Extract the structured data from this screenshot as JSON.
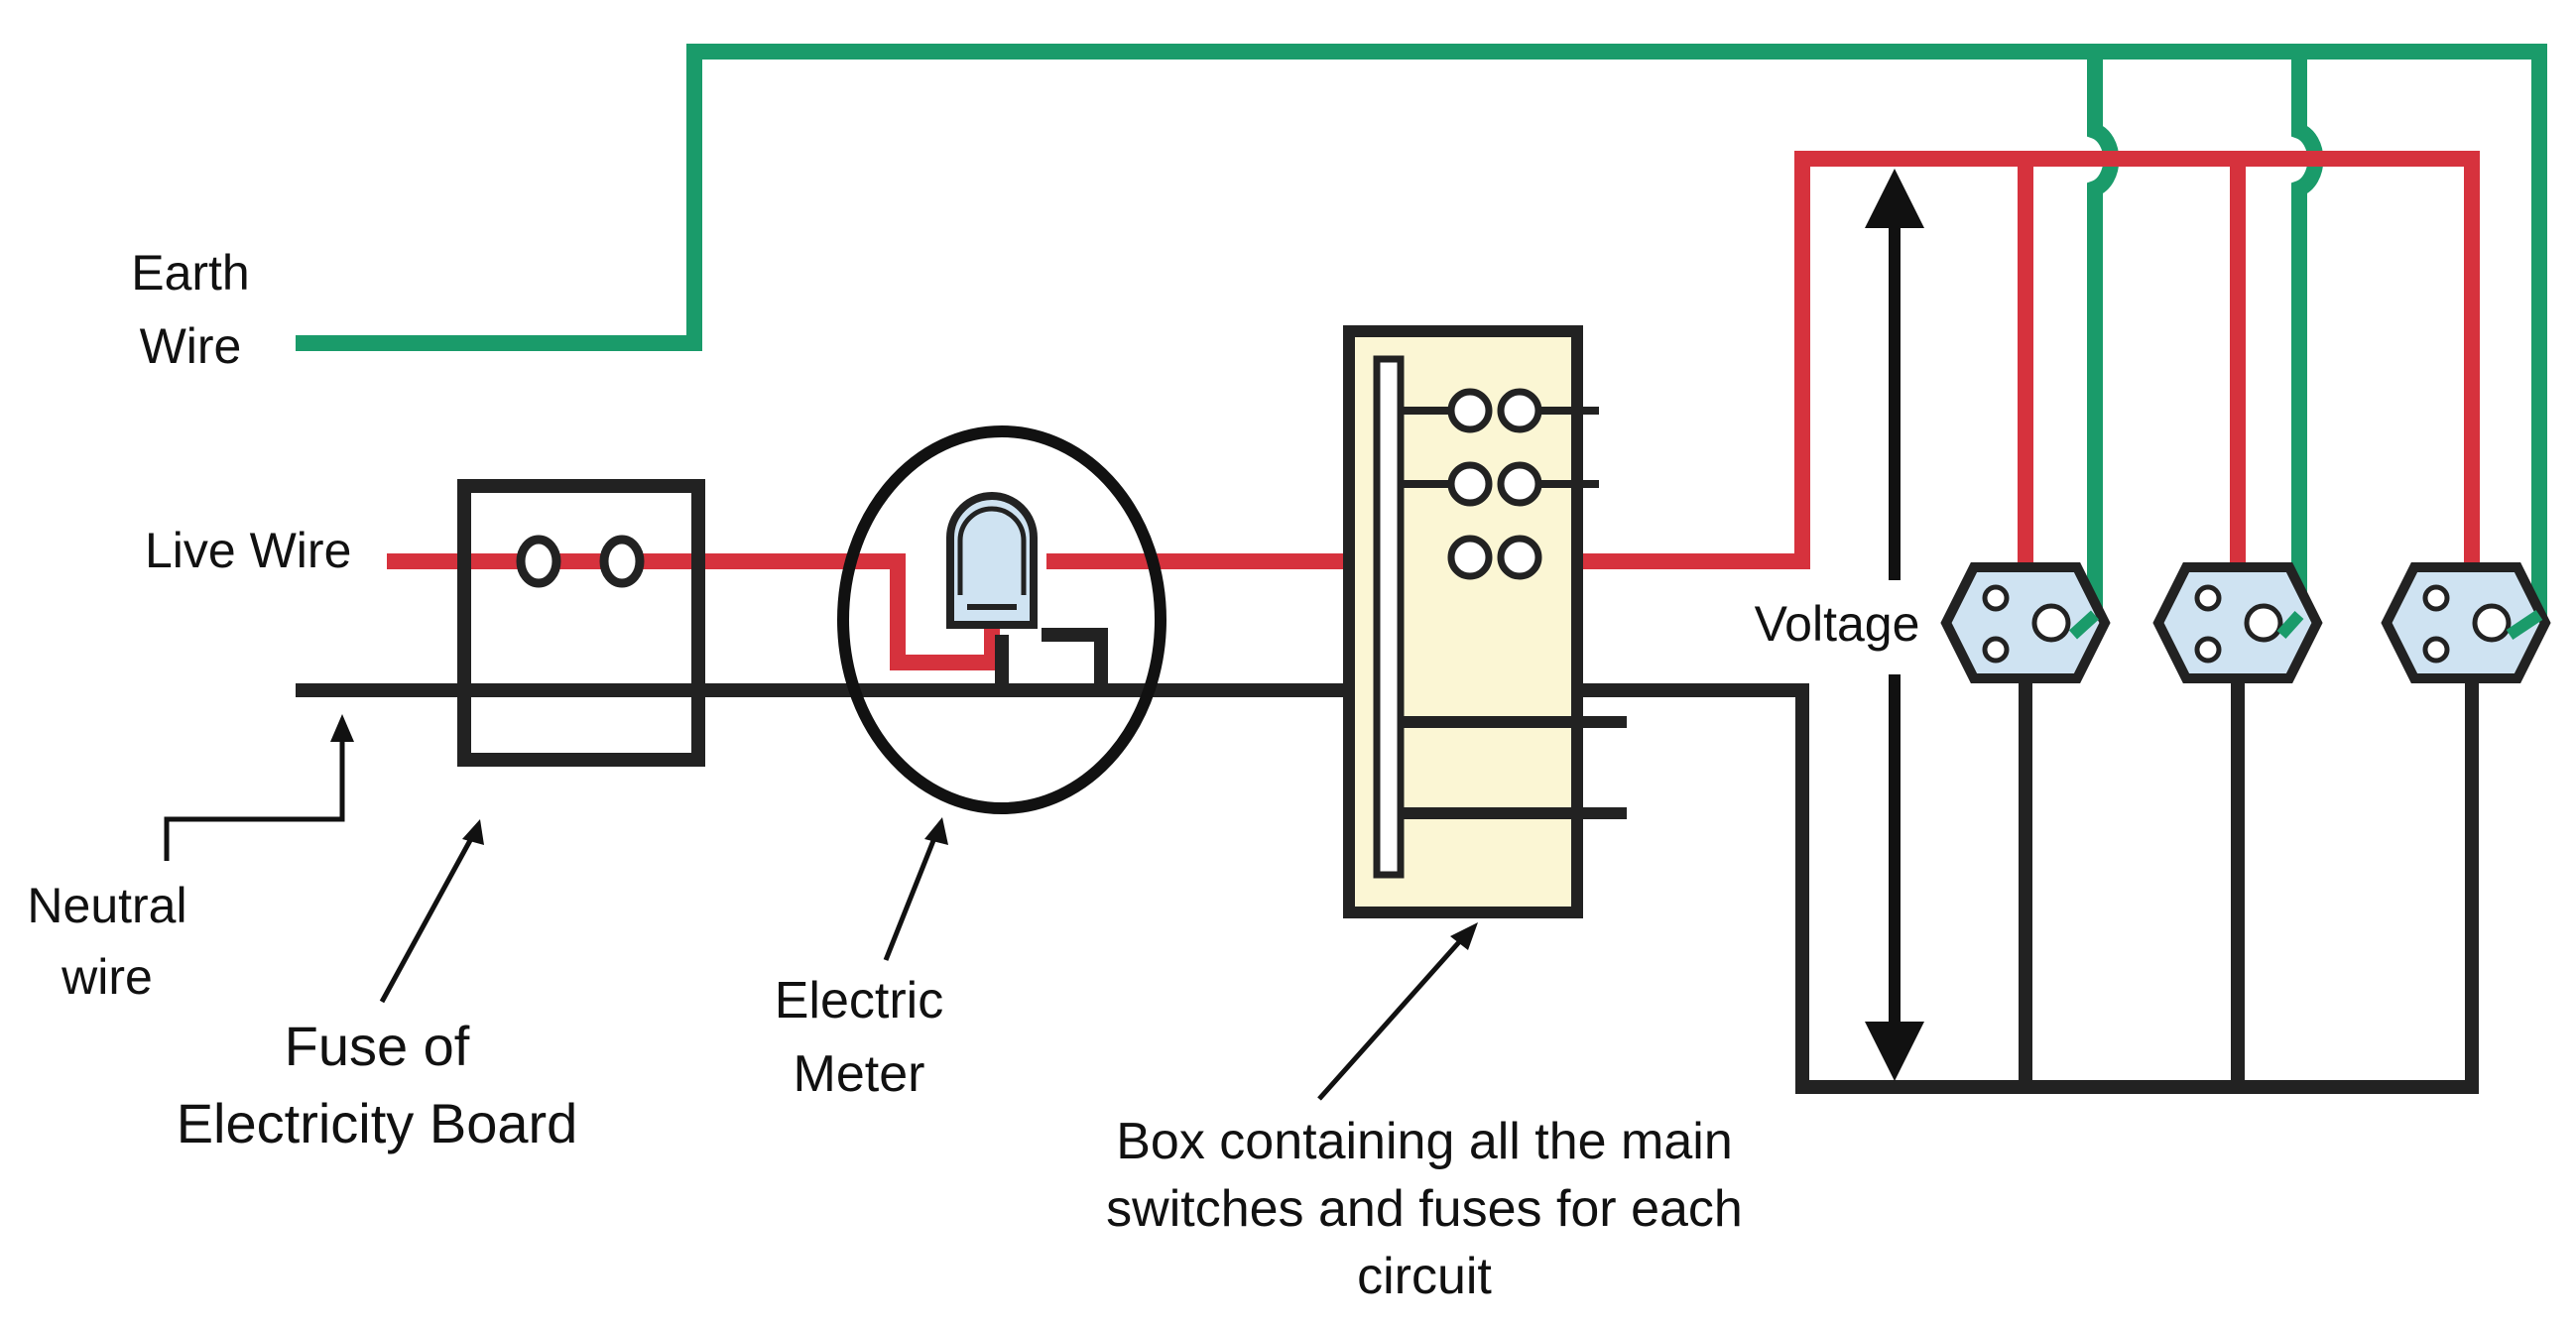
{
  "labels": {
    "earth_wire": [
      "Earth",
      "Wire"
    ],
    "live_wire": "Live Wire",
    "neutral_wire": [
      "Neutral",
      "wire"
    ],
    "fuse_board": [
      "Fuse of",
      "Electricity Board"
    ],
    "electric_meter": [
      "Electric",
      "Meter"
    ],
    "main_box": [
      "Box containing all the main",
      "switches and fuses for each",
      "circuit"
    ],
    "voltage": "Voltage"
  },
  "colors": {
    "earth": "#1a9b6a",
    "live": "#d6323d",
    "neutral": "#222222",
    "box_fill": "#fbf6d4",
    "socket_fill": "#cfe3f2",
    "meter_display": "#cfe3f2"
  },
  "icons": {
    "fuse": "fuse-icon",
    "meter": "electric-meter-icon",
    "switch_box": "switch-box-icon",
    "socket": "socket-icon",
    "arrow": "arrow-icon"
  }
}
